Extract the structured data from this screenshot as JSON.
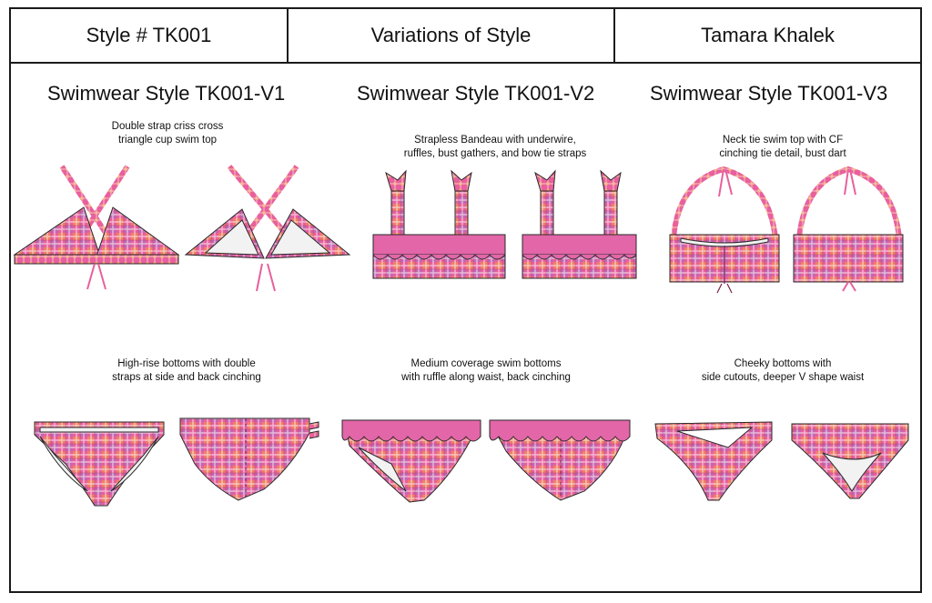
{
  "header": {
    "style_number": "Style # TK001",
    "section_title": "Variations of Style",
    "designer": "Tamara Khalek"
  },
  "variations": [
    {
      "title": "Swimwear Style TK001-V1",
      "top_description": "Double strap criss cross\ntriangle cup swim top",
      "bottom_description": "High-rise bottoms with double\nstraps at side and back cinching"
    },
    {
      "title": "Swimwear Style TK001-V2",
      "top_description": "Strapless Bandeau with underwire,\nruffles, bust gathers, and bow tie straps",
      "bottom_description": "Medium coverage swim bottoms\nwith ruffle along waist, back cinching"
    },
    {
      "title": "Swimwear Style TK001-V3",
      "top_description": "Neck tie swim top with CF\ncinching tie detail, bust dart",
      "bottom_description": "Cheeky bottoms with\nside cutouts, deeper V shape waist"
    }
  ],
  "colors": {
    "gingham_base": "#e8609c",
    "gingham_orange": "#f39a3a",
    "gingham_purple": "#9a6fc7",
    "ruffle_pink": "#e266a8",
    "lining": "#f2f2f2",
    "outline": "#2a2a2a"
  }
}
